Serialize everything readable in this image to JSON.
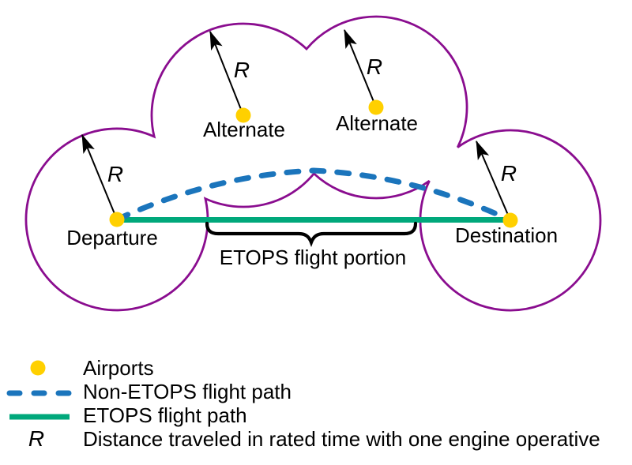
{
  "colors": {
    "range_circle": "#8A0D8F",
    "non_etops_path": "#1B75BC",
    "etops_path": "#00A87B",
    "airport": "#FFD000",
    "arrow": "#000000",
    "text": "#000000"
  },
  "diagram": {
    "r_label": "R",
    "airports": [
      {
        "id": "departure",
        "label": "Departure"
      },
      {
        "id": "alternate-1",
        "label": "Alternate"
      },
      {
        "id": "alternate-2",
        "label": "Alternate"
      },
      {
        "id": "destination",
        "label": "Destination"
      }
    ],
    "brace_label": "ETOPS flight portion"
  },
  "legend": {
    "r_symbol": "R",
    "items": [
      {
        "symbol": "airport-dot",
        "label": "Airports"
      },
      {
        "symbol": "dashed-line",
        "label": "Non-ETOPS flight path"
      },
      {
        "symbol": "solid-line",
        "label": "ETOPS flight path"
      },
      {
        "symbol": "r-symbol",
        "label": "Distance traveled in rated time with one engine operative"
      }
    ]
  }
}
